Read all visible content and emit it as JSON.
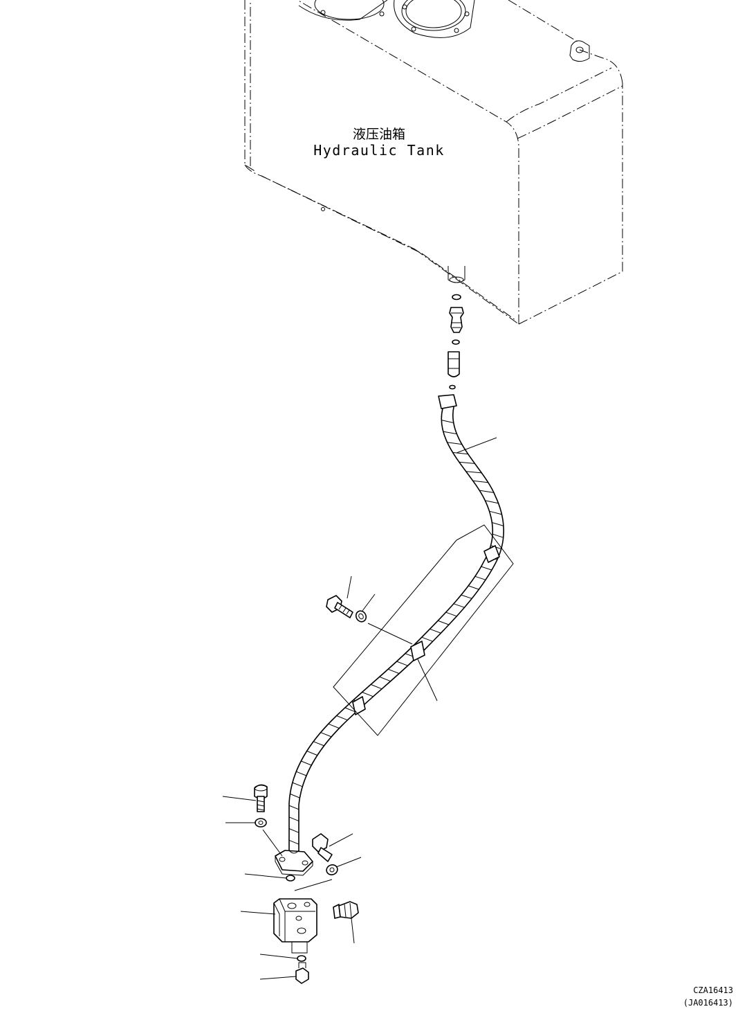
{
  "tank": {
    "label_cn": "液压油箱",
    "label_en": "Hydraulic Tank"
  },
  "drawing": {
    "code": "CZA16413",
    "ref": "(JA016413)"
  }
}
